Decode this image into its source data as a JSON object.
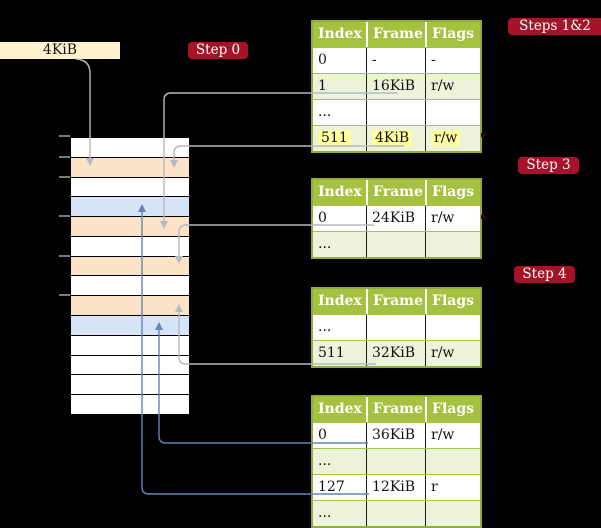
{
  "colors": {
    "badge_bg": "#a81228",
    "label_box_bg": "#fdf2cd",
    "table_header_bg": "#a4c23f",
    "table_border": "#94ab37",
    "row_sep": "#a6c43e",
    "table_row_alt": "#edf2da",
    "highlight": "#ffff9d",
    "frame_peach": "#fbe3c8",
    "frame_blue": "#d6e4f5",
    "connector_gray": "#b6bac1",
    "connector_blue": "#6584bb",
    "tick": "#7a7a7a"
  },
  "size_label": {
    "text": "4KiB"
  },
  "badges": [
    {
      "label": "Step 0"
    },
    {
      "label": "Steps 1&2"
    },
    {
      "label": "Step 3"
    },
    {
      "label": "Step 4"
    }
  ],
  "memory": {
    "rows": [
      "w",
      "p",
      "w",
      "b",
      "p",
      "w",
      "p",
      "w",
      "p",
      "b",
      "w",
      "w",
      "w",
      "w"
    ]
  },
  "tables": [
    {
      "headers": [
        "Index",
        "Frame",
        "Flags"
      ],
      "rows": [
        {
          "cells": [
            "0",
            "-",
            "-"
          ],
          "alt": false,
          "highlight": false
        },
        {
          "cells": [
            "1",
            "16KiB",
            "r/w"
          ],
          "alt": true,
          "highlight": false
        },
        {
          "cells": [
            "...",
            "",
            ""
          ],
          "alt": false,
          "highlight": false
        },
        {
          "cells": [
            "511",
            "4KiB",
            "r/w"
          ],
          "alt": true,
          "highlight": true
        }
      ]
    },
    {
      "headers": [
        "Index",
        "Frame",
        "Flags"
      ],
      "rows": [
        {
          "cells": [
            "0",
            "24KiB",
            "r/w"
          ],
          "alt": false,
          "highlight": false
        },
        {
          "cells": [
            "...",
            "",
            ""
          ],
          "alt": true,
          "highlight": false
        }
      ]
    },
    {
      "headers": [
        "Index",
        "Frame",
        "Flags"
      ],
      "rows": [
        {
          "cells": [
            "...",
            "",
            ""
          ],
          "alt": false,
          "highlight": false
        },
        {
          "cells": [
            "511",
            "32KiB",
            "r/w"
          ],
          "alt": true,
          "highlight": false
        }
      ]
    },
    {
      "headers": [
        "Index",
        "Frame",
        "Flags"
      ],
      "rows": [
        {
          "cells": [
            "0",
            "36KiB",
            "r/w"
          ],
          "alt": false,
          "highlight": false
        },
        {
          "cells": [
            "...",
            "",
            ""
          ],
          "alt": true,
          "highlight": false
        },
        {
          "cells": [
            "127",
            "12KiB",
            "r"
          ],
          "alt": false,
          "highlight": false
        },
        {
          "cells": [
            "...",
            "",
            ""
          ],
          "alt": true,
          "highlight": false
        }
      ]
    }
  ]
}
